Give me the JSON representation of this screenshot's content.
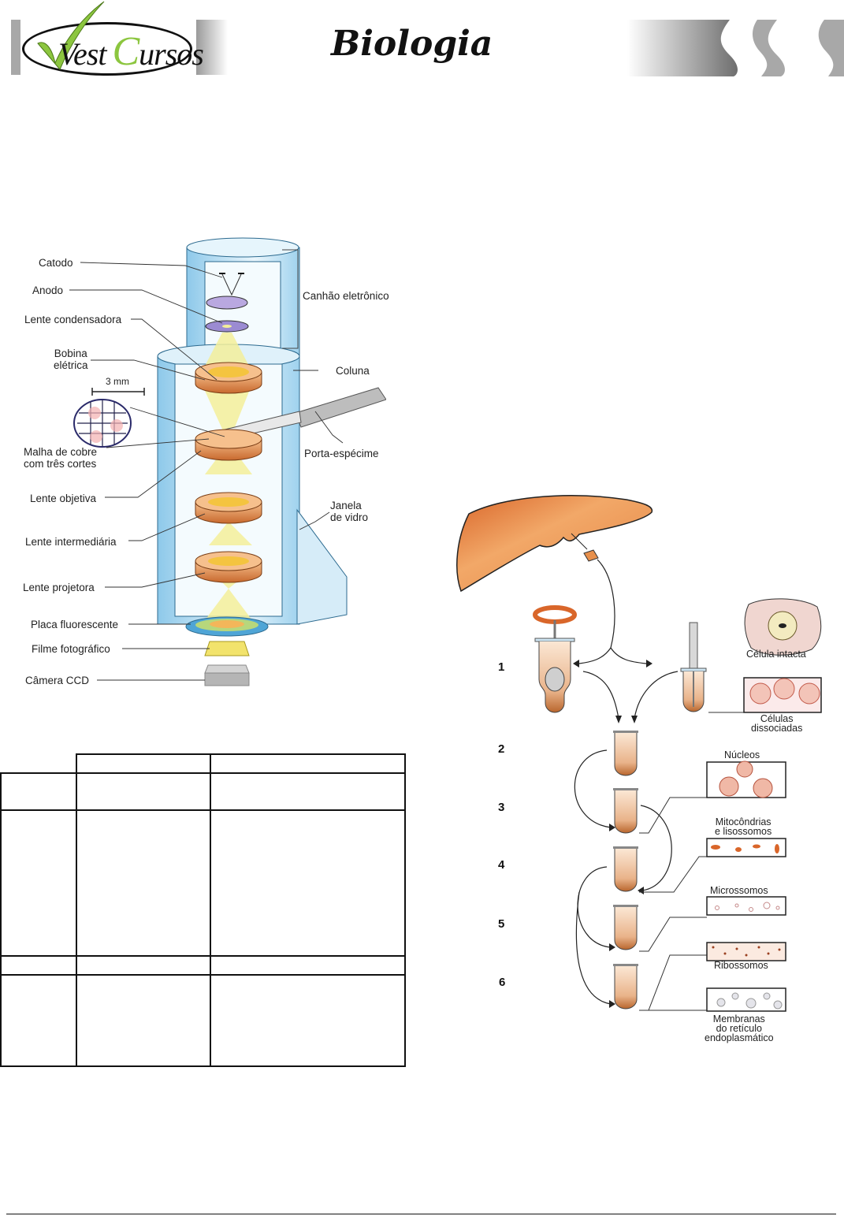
{
  "header": {
    "logo": {
      "part1": "Vest",
      "part2": "Cursos"
    },
    "subject_title": "Biologia",
    "colors": {
      "logo_green": "#8cc63f",
      "decor_gray": "#a8a8a8"
    }
  },
  "microscope_diagram": {
    "labels": {
      "catodo": "Catodo",
      "anodo": "Anodo",
      "lente_condensadora": "Lente condensadora",
      "bobina": "Bobina elétrica",
      "bobina_l1": "Bobina",
      "bobina_l2": "elétrica",
      "escala": "3 mm",
      "malha_l1": "Malha de cobre",
      "malha_l2": "com três cortes",
      "lente_objetiva": "Lente objetiva",
      "lente_intermediaria": "Lente intermediária",
      "lente_projetora": "Lente projetora",
      "placa": "Placa fluorescente",
      "filme": "Filme fotográfico",
      "camera": "Câmera CCD",
      "canhao": "Canhão eletrônico",
      "coluna": "Coluna",
      "porta": "Porta-espécime",
      "janela_l1": "Janela",
      "janela_l2": "de vidro"
    }
  },
  "table": {
    "rows": [
      [
        "",
        "",
        ""
      ],
      [
        "",
        "",
        ""
      ],
      [
        "",
        "",
        ""
      ],
      [
        "",
        "",
        ""
      ],
      [
        "",
        "",
        ""
      ]
    ]
  },
  "fractionation_diagram": {
    "steps": [
      "1",
      "2",
      "3",
      "4",
      "5",
      "6"
    ],
    "labels": {
      "celula_intacta": "Célula intacta",
      "celulas_l1": "Células",
      "celulas_l2": "dissociadas",
      "nucleos": "Núcleos",
      "mito_l1": "Mitocôndrias",
      "mito_l2": "e lisossomos",
      "microssomos": "Microssomos",
      "ribossomos": "Ribossomos",
      "memb_l1": "Membranas",
      "memb_l2": "do retículo",
      "memb_l3": "endoplasmático"
    }
  }
}
